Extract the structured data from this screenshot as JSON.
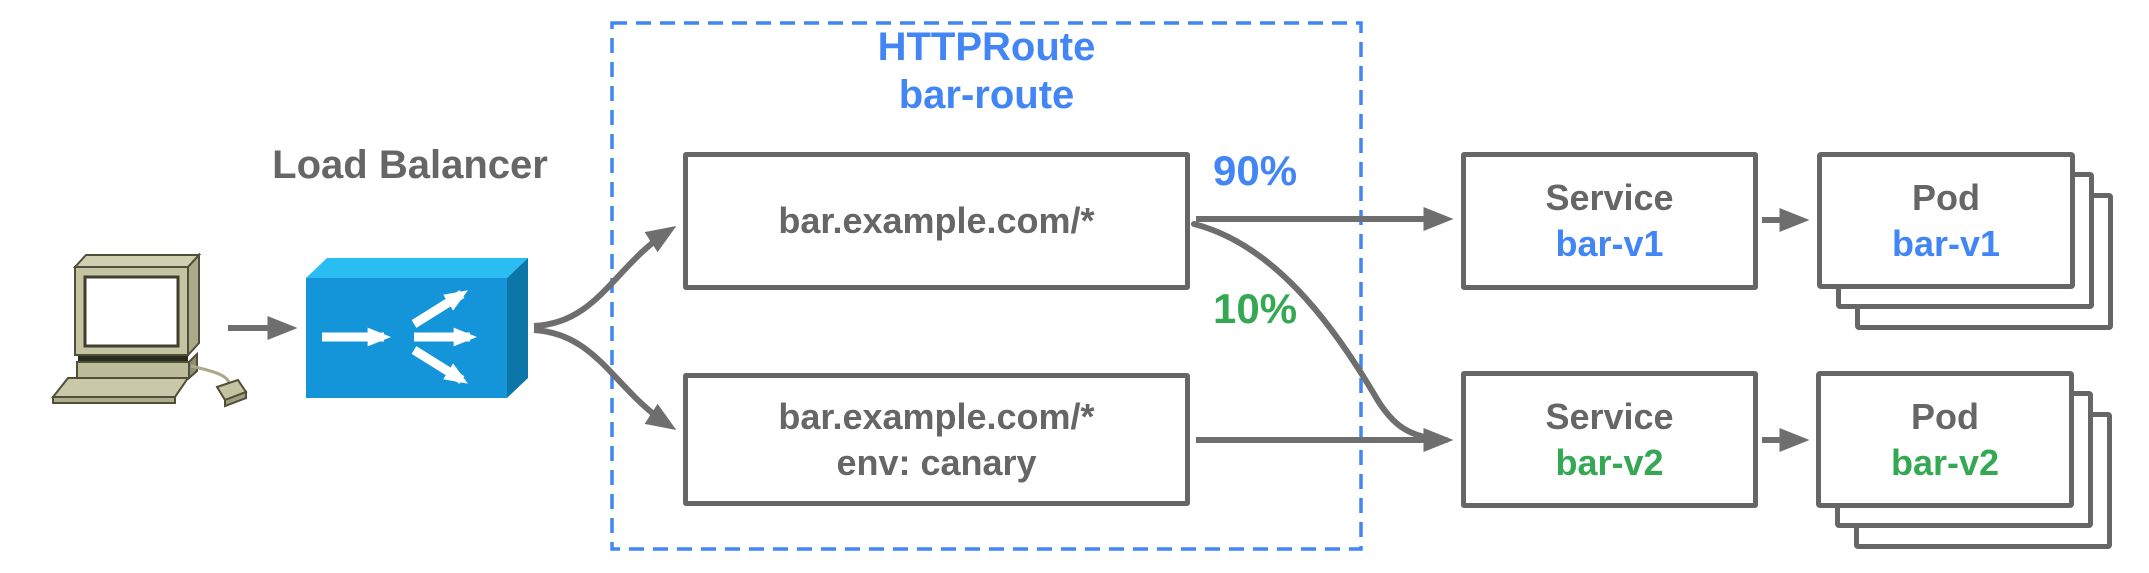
{
  "diagram": {
    "client": {
      "icon": "desktop-computer-icon"
    },
    "load_balancer": {
      "label": "Load Balancer",
      "icon": "load-balancer-icon"
    },
    "httproute": {
      "kind": "HTTPRoute",
      "name": "bar-route",
      "rules": [
        {
          "match": "bar.example.com/*"
        },
        {
          "match": "bar.example.com/*",
          "header": "env: canary"
        }
      ],
      "weights": [
        {
          "label": "90%",
          "color": "#4285F4"
        },
        {
          "label": "10%",
          "color": "#34A853"
        }
      ]
    },
    "services": [
      {
        "kind": "Service",
        "name": "bar-v1",
        "name_color": "#4285F4"
      },
      {
        "kind": "Service",
        "name": "bar-v2",
        "name_color": "#34A853"
      }
    ],
    "pods": [
      {
        "kind": "Pod",
        "name": "bar-v1",
        "name_color": "#4285F4"
      },
      {
        "kind": "Pod",
        "name": "bar-v2",
        "name_color": "#34A853"
      }
    ],
    "colors": {
      "blue": "#4285F4",
      "green": "#34A853",
      "text-grey": "#666666",
      "border-grey": "#666666",
      "line-grey": "#6e6e6e",
      "lb-top": "#29BDF2",
      "lb-front": "#1495D9",
      "lb-side": "#0D76A8"
    }
  }
}
